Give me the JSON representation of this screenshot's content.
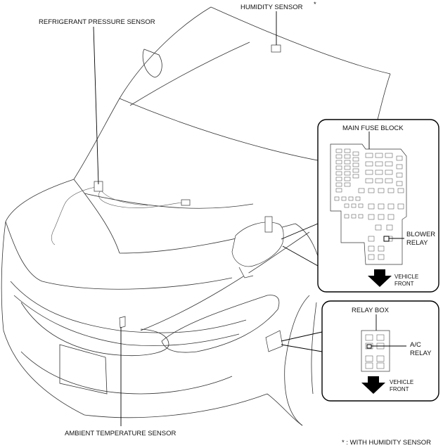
{
  "labels": {
    "humidity_sensor": "HUMIDITY SENSOR",
    "humidity_asterisk": "*",
    "refrigerant_pressure_sensor": "REFRIGERANT PRESSURE SENSOR",
    "main_fuse_block": "MAIN FUSE BLOCK",
    "blower_relay_line1": "BLOWER",
    "blower_relay_line2": "RELAY",
    "vehicle_front_line1": "VEHICLE",
    "vehicle_front_line2": "FRONT",
    "relay_box": "RELAY BOX",
    "ac_relay_line1": "A/C",
    "ac_relay_line2": "RELAY",
    "vehicle_front2_line1": "VEHICLE",
    "vehicle_front2_line2": "FRONT",
    "ambient_temperature_sensor": "AMBIENT TEMPERATURE SENSOR",
    "footnote": "*  : WITH HUMIDITY SENSOR"
  }
}
